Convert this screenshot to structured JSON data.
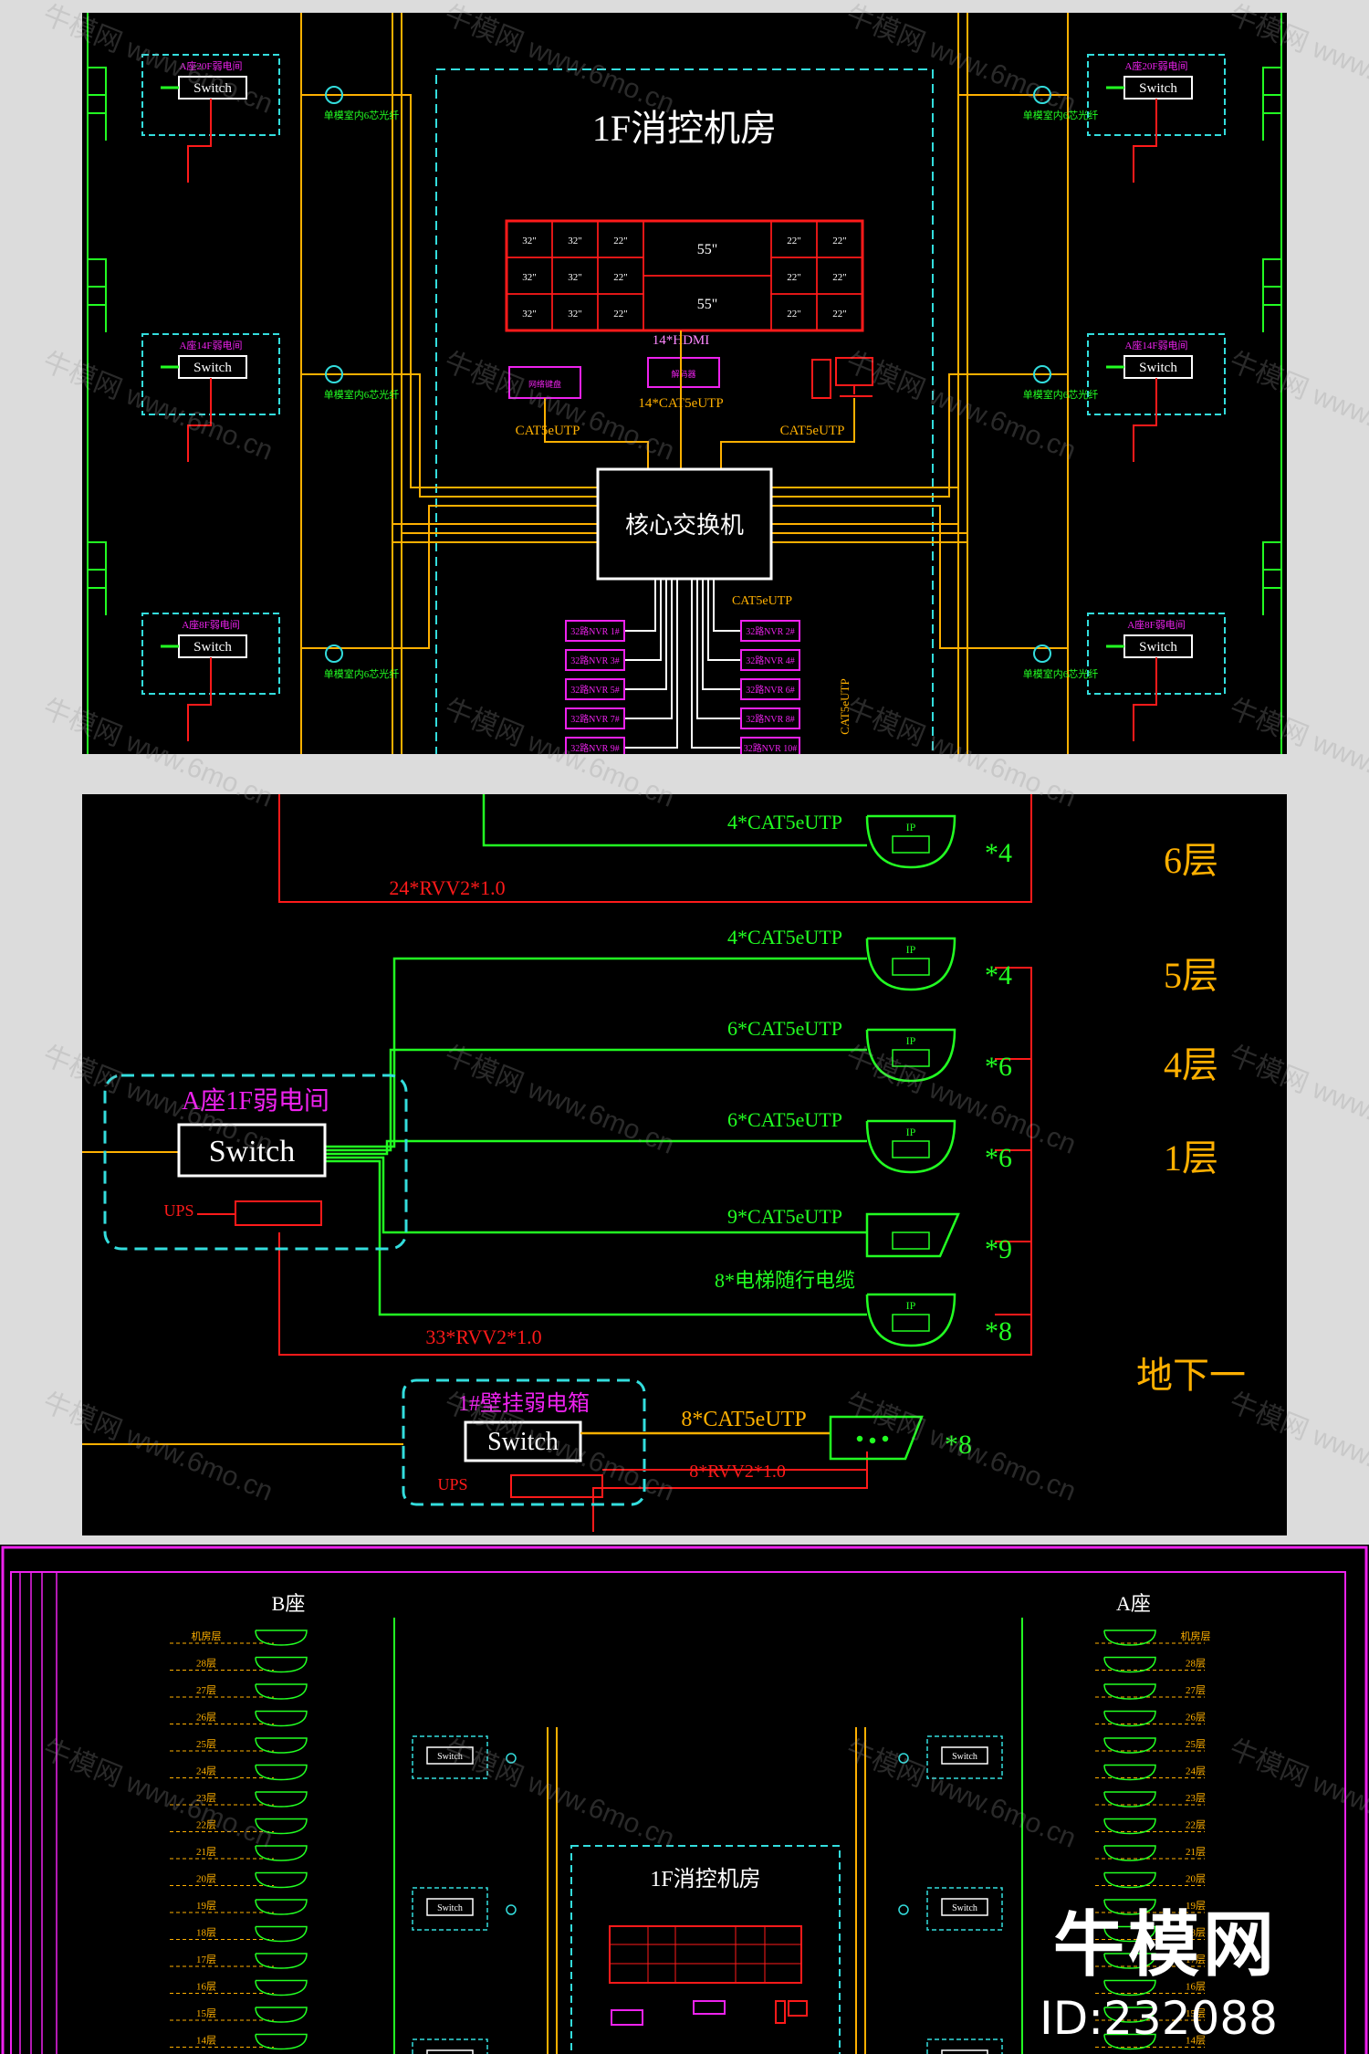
{
  "panel1": {
    "room_title": "1F消控机房",
    "monitor_sizes": {
      "small": "32\"",
      "small_b": "22\"",
      "large": "55\""
    },
    "hdmi_label": "14*HDMI",
    "cat_label_center": "14*CAT5eUTP",
    "cat_label": "CAT5eUTP",
    "core_switch": "核心交换机",
    "switch_label": "Switch",
    "fiber_label": "单模室内6芯光纤",
    "left_rooms": [
      "A座20F弱电间",
      "A座14F弱电间",
      "A座8F弱电间"
    ],
    "right_rooms": [
      "A座20F弱电间",
      "A座14F弱电间",
      "A座8F弱电间"
    ],
    "nvr_left": [
      "32路NVR 1#",
      "32路NVR 3#",
      "32路NVR 5#",
      "32路NVR 7#",
      "32路NVR 9#"
    ],
    "nvr_right": [
      "32路NVR 2#",
      "32路NVR 4#",
      "32路NVR 6#",
      "32路NVR 8#",
      "32路NVR 10#"
    ],
    "device_labels": [
      "网络键盘",
      "解码器"
    ]
  },
  "panel2": {
    "floors": [
      "6层",
      "5层",
      "4层",
      "1层",
      "地下一"
    ],
    "cables": [
      "4*CAT5eUTP",
      "4*CAT5eUTP",
      "6*CAT5eUTP",
      "6*CAT5eUTP",
      "9*CAT5eUTP",
      "8*电梯随行电缆"
    ],
    "counts": [
      "*4",
      "*4",
      "*6",
      "*6",
      "*9",
      "*8"
    ],
    "rvv_top": "24*RVV2*1.0",
    "rvv_mid": "33*RVV2*1.0",
    "room_a": "A座1F弱电间",
    "switch_label": "Switch",
    "ups": "UPS",
    "box_b": "1#壁挂弱电箱",
    "cable_b": "8*CAT5eUTP",
    "rvv_b": "8*RVV2*1.0",
    "count_b": "*8",
    "ip_label": "IP"
  },
  "panel3": {
    "left_block": "B座",
    "right_block": "A座",
    "room_title": "1F消控机房",
    "left_floors": [
      "机房层",
      "28层",
      "27层",
      "26层",
      "25层",
      "24层",
      "23层",
      "22层",
      "21层",
      "20层",
      "19层",
      "18层",
      "17层",
      "16层",
      "15层",
      "14层"
    ],
    "right_floors": [
      "机房层",
      "28层",
      "27层",
      "26层",
      "25层",
      "24层",
      "23层",
      "22层",
      "21层",
      "20层",
      "19层",
      "18层",
      "17层",
      "16层",
      "15层",
      "14层"
    ],
    "switch_label": "Switch"
  },
  "watermark": {
    "text_a": "牛模网",
    "text_b": "www.6mo.cn"
  },
  "brand": {
    "name": "牛模网",
    "id": "ID:232088"
  },
  "colors": {
    "background": "#000000",
    "fiber": "#ffb000",
    "green": "#22ff22",
    "red": "#ff1a1a",
    "cyan": "#33dddd",
    "magenta": "#ee22ee",
    "floor": "#ffb000"
  }
}
